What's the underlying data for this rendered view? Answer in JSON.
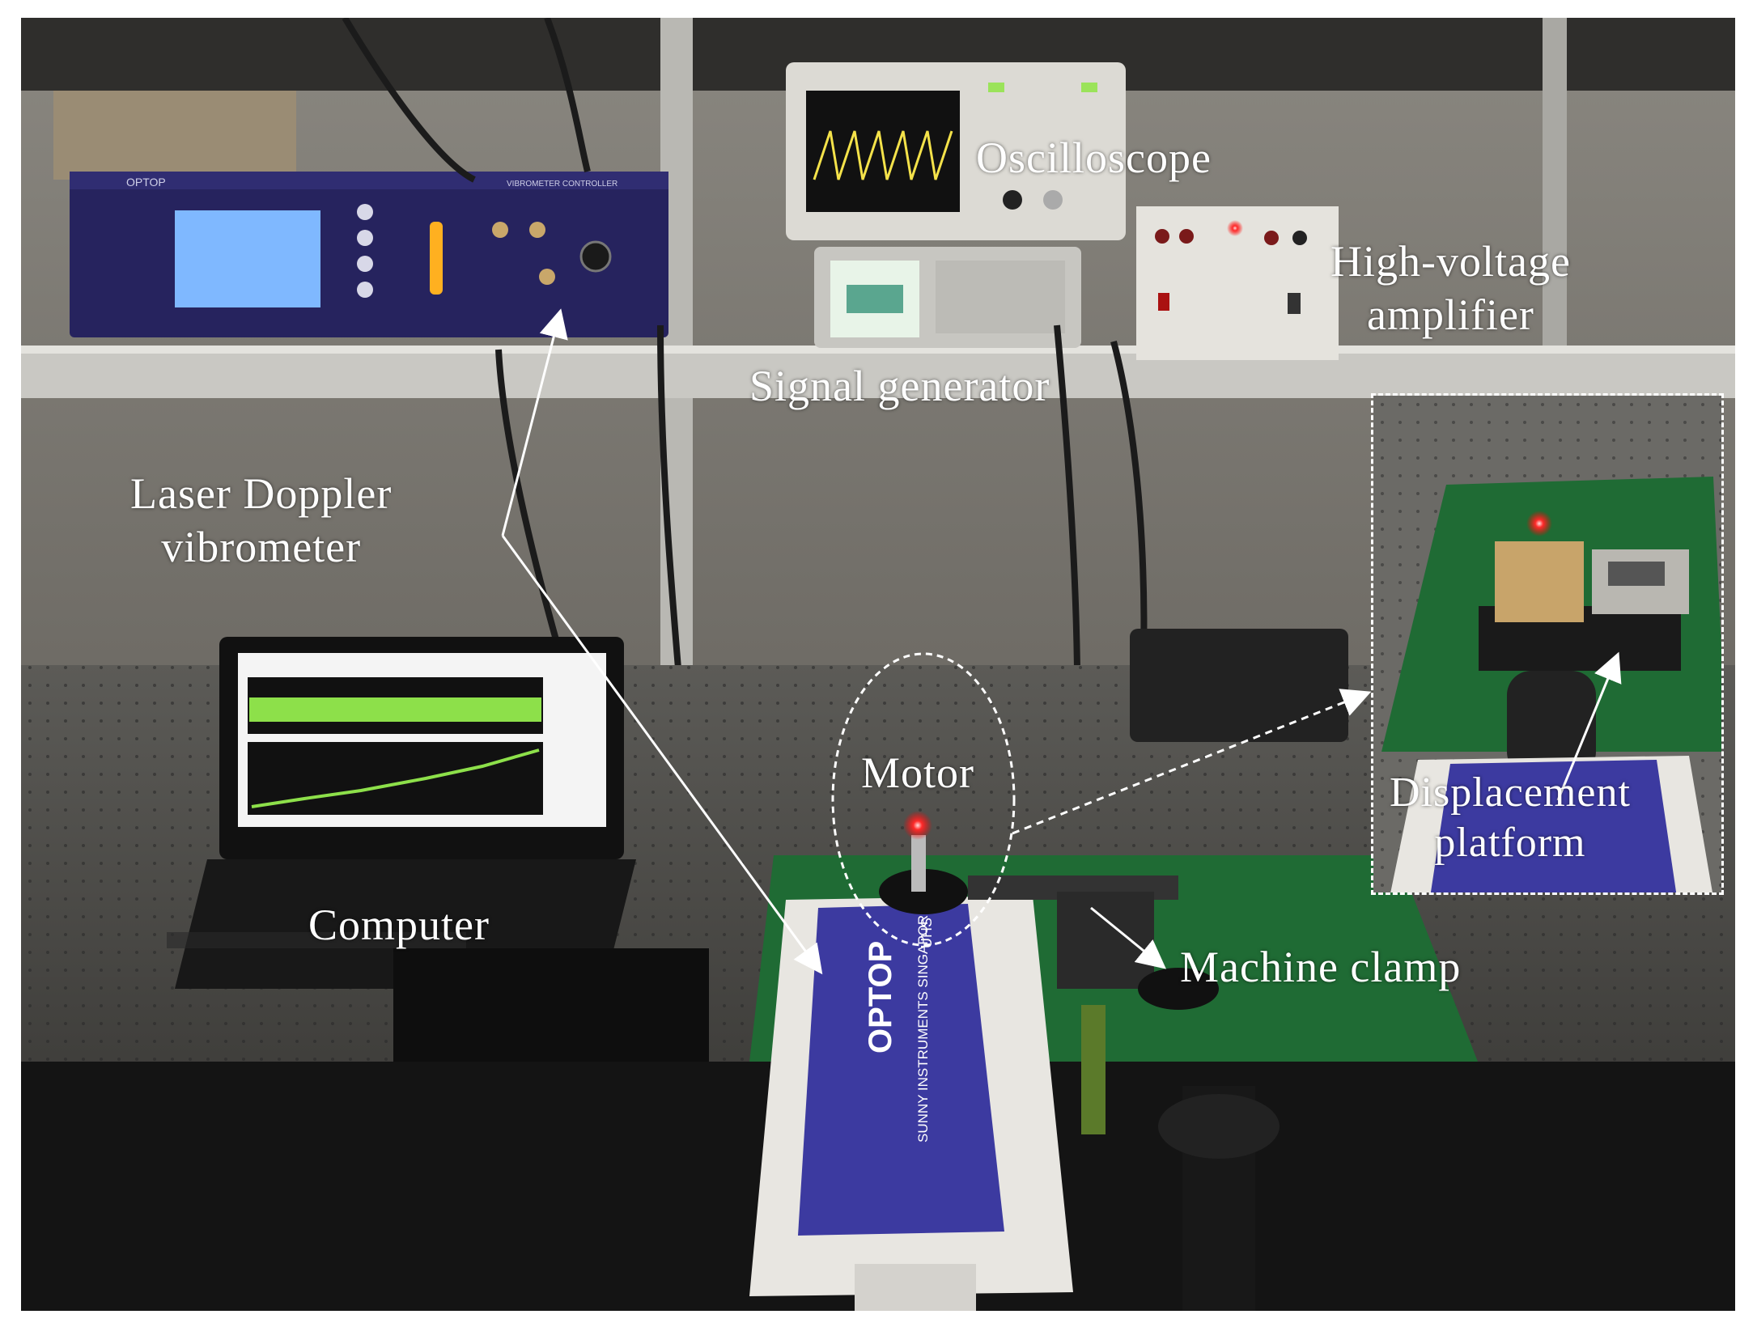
{
  "colors": {
    "panel_blue": "#3c3aa0",
    "device_purple": "#26235e",
    "table_green": "#1f6b34",
    "laser_red": "#ff2a2a",
    "label": "#ffffff"
  },
  "labels": {
    "oscilloscope": "Oscilloscope",
    "amplifier_line1": "High-voltage",
    "amplifier_line2": "amplifier",
    "signal_generator": "Signal generator",
    "vibrometer_line1": "Laser Doppler",
    "vibrometer_line2": "vibrometer",
    "motor": "Motor",
    "computer": "Computer",
    "machine_clamp": "Machine clamp",
    "platform_line1": "Displacement",
    "platform_line2": "platform"
  },
  "device_text": {
    "controller_brand": "OPTOP",
    "controller_model": "VIBROMETER CONTROLLER",
    "head_brand": "OPTOP",
    "head_maker": "SUNNY INSTRUMENTS SINGAPORE",
    "head_model": "UHS"
  }
}
